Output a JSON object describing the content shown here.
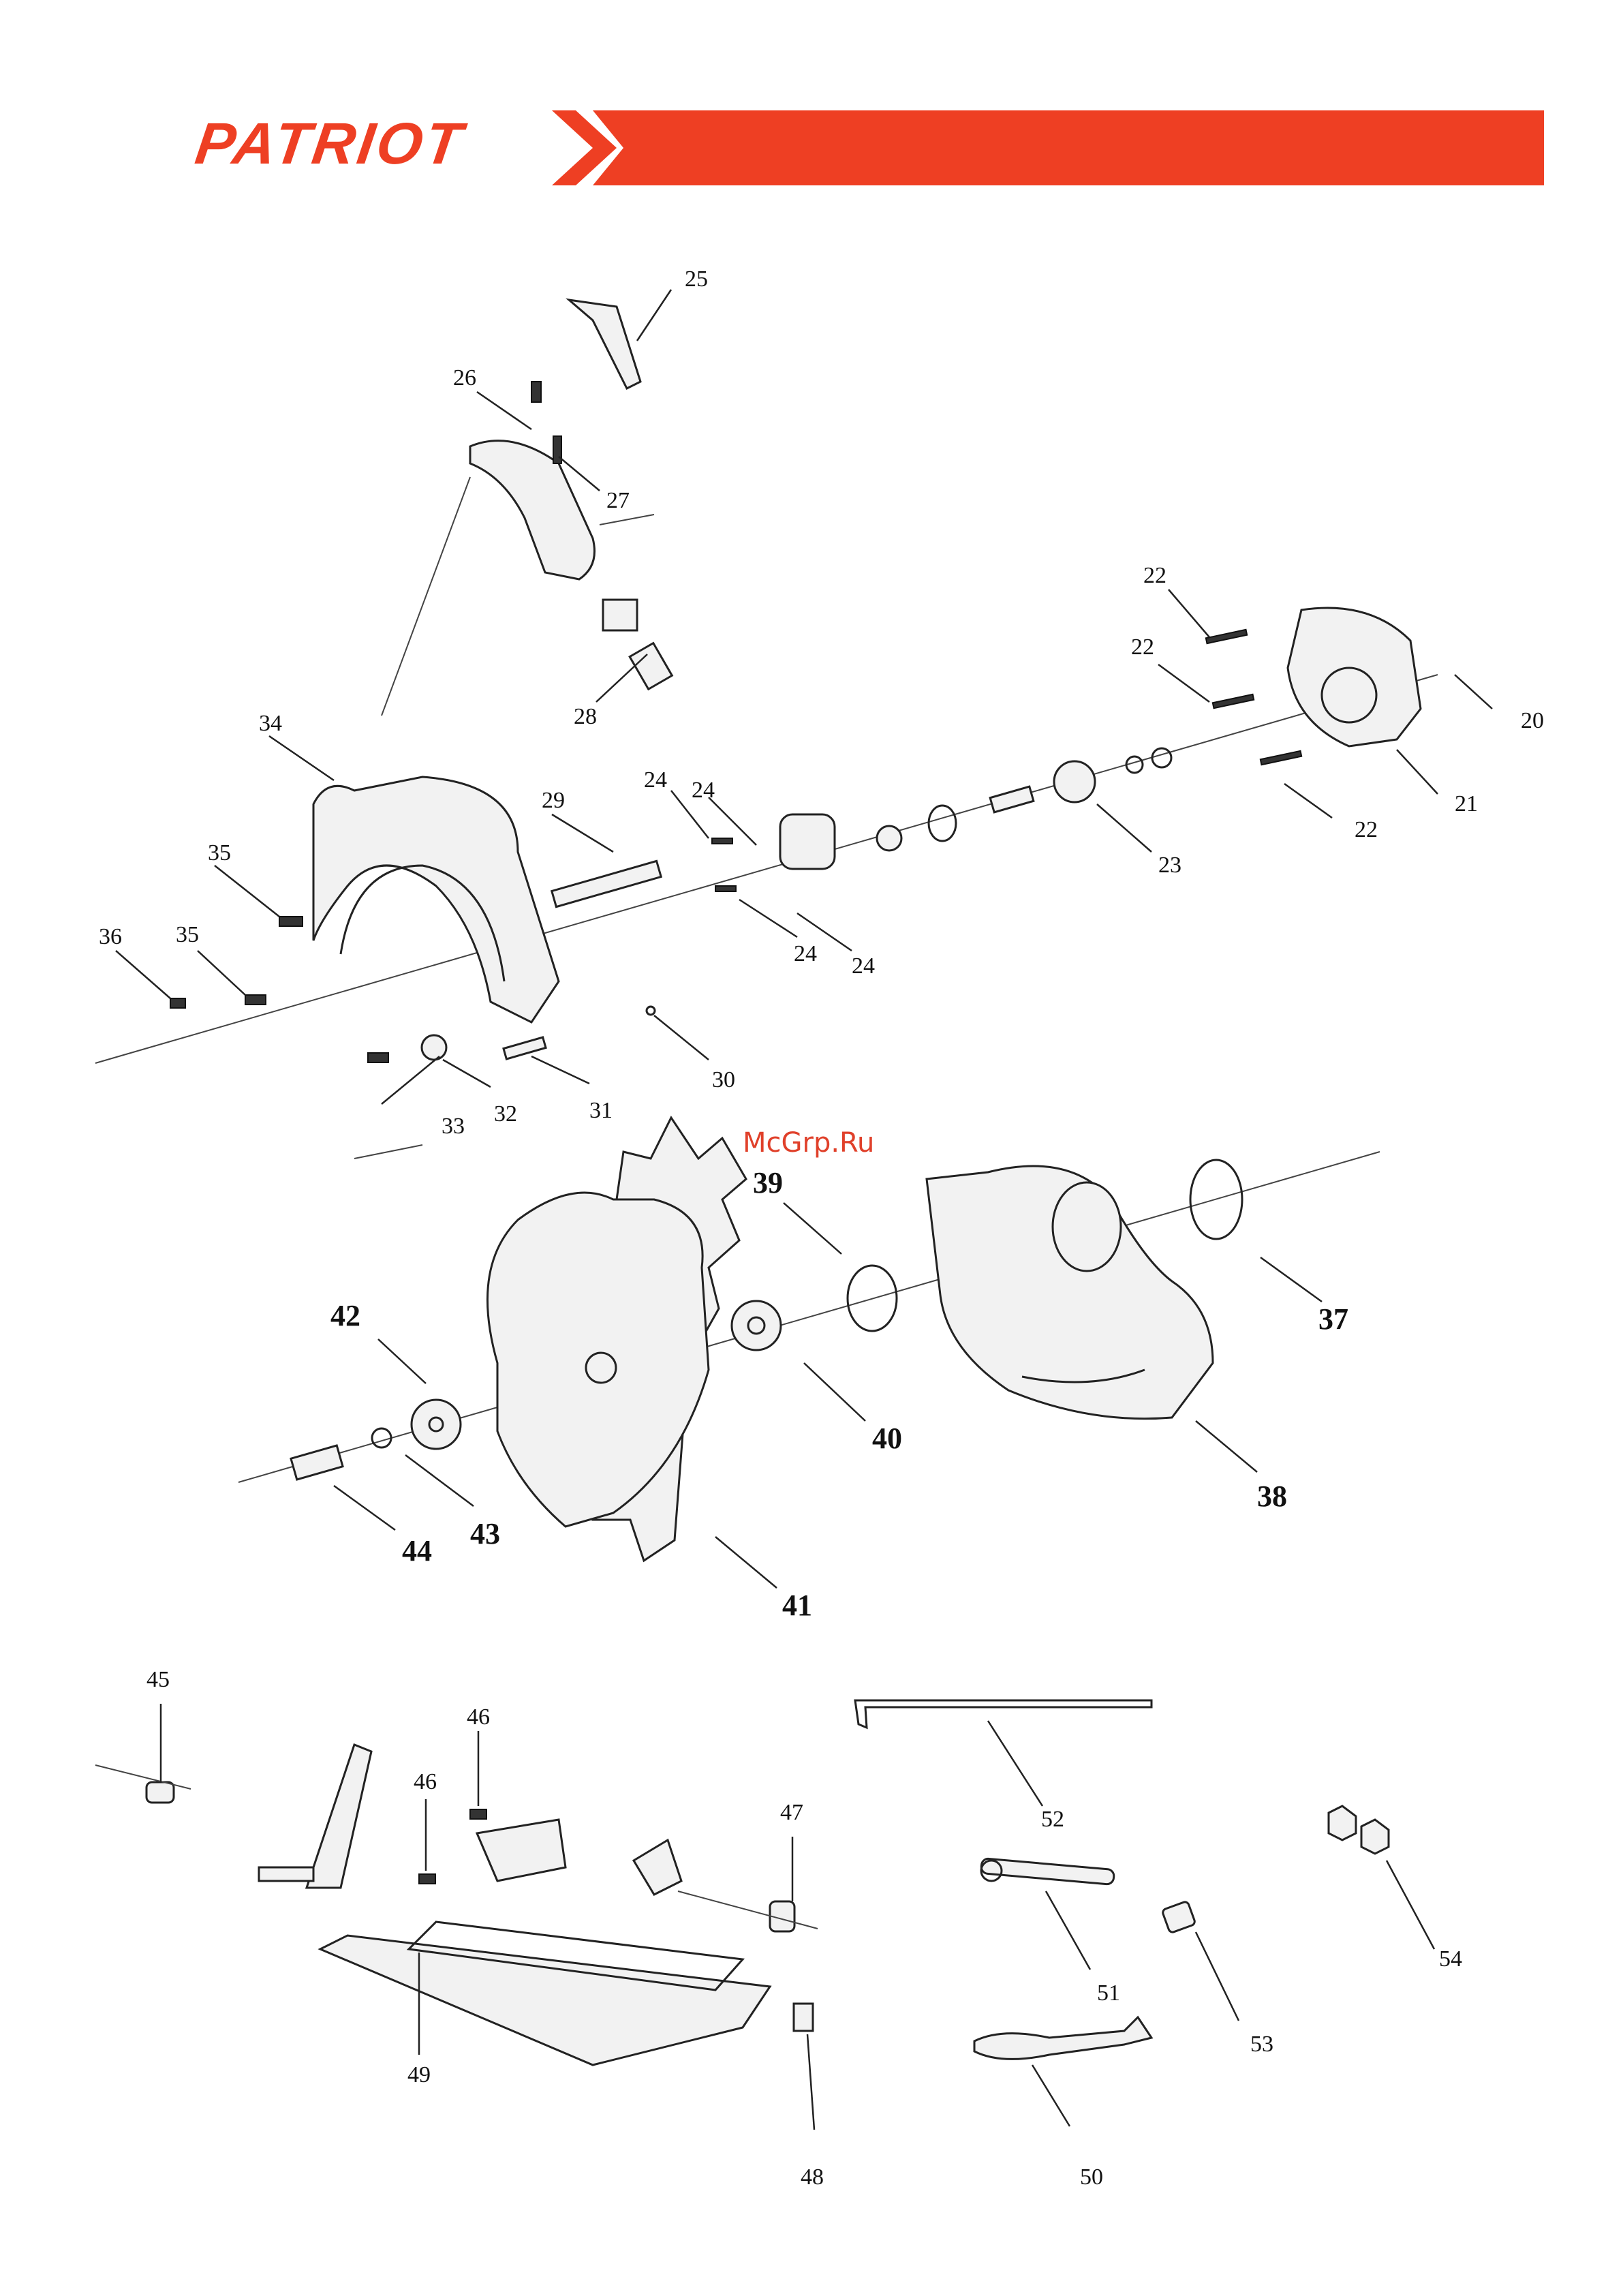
{
  "brand": {
    "logo_text": "PATRIOT",
    "accent_color": "#ee3f23"
  },
  "watermark": "McGrp.Ru",
  "part_numbers": {
    "p20": "20",
    "p21": "21",
    "p22a": "22",
    "p22b": "22",
    "p22c": "22",
    "p23": "23",
    "p24a": "24",
    "p24b": "24",
    "p24c": "24",
    "p24d": "24",
    "p25": "25",
    "p26": "26",
    "p27": "27",
    "p28": "28",
    "p29": "29",
    "p30": "30",
    "p31": "31",
    "p32": "32",
    "p33": "33",
    "p34": "34",
    "p35a": "35",
    "p35b": "35",
    "p36": "36",
    "p37": "37",
    "p38": "38",
    "p39": "39",
    "p40": "40",
    "p41": "41",
    "p42": "42",
    "p43": "43",
    "p44": "44",
    "p45": "45",
    "p46a": "46",
    "p46b": "46",
    "p47": "47",
    "p48": "48",
    "p49": "49",
    "p50": "50",
    "p51": "51",
    "p52": "52",
    "p53": "53",
    "p54": "54"
  },
  "icons": [
    "chevron-right-icon"
  ]
}
